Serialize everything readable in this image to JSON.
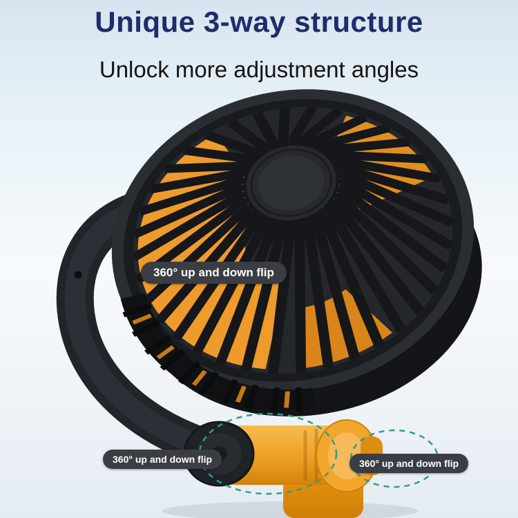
{
  "header": {
    "title": "Unique 3-way structure",
    "subtitle": "Unlock more adjustment angles"
  },
  "annotations": {
    "head_pivot": {
      "label": "360° up and down flip"
    },
    "arm_pivot": {
      "label": "360° up and down flip"
    },
    "base_pivot": {
      "label": "360° up and down flip"
    }
  },
  "colors": {
    "title_text": "#1f2c6b",
    "subtitle_text": "#141414",
    "badge_background": "#3a3e44",
    "badge_text": "#ffffff",
    "fan_body_dark": "#22262a",
    "fan_blade_orange": "#ef9b2b",
    "base_orange": "#eda026",
    "annotation_dash": "#2f9d8a",
    "background_top": "#d7e4ef",
    "background_bottom": "#e4ebf2"
  }
}
